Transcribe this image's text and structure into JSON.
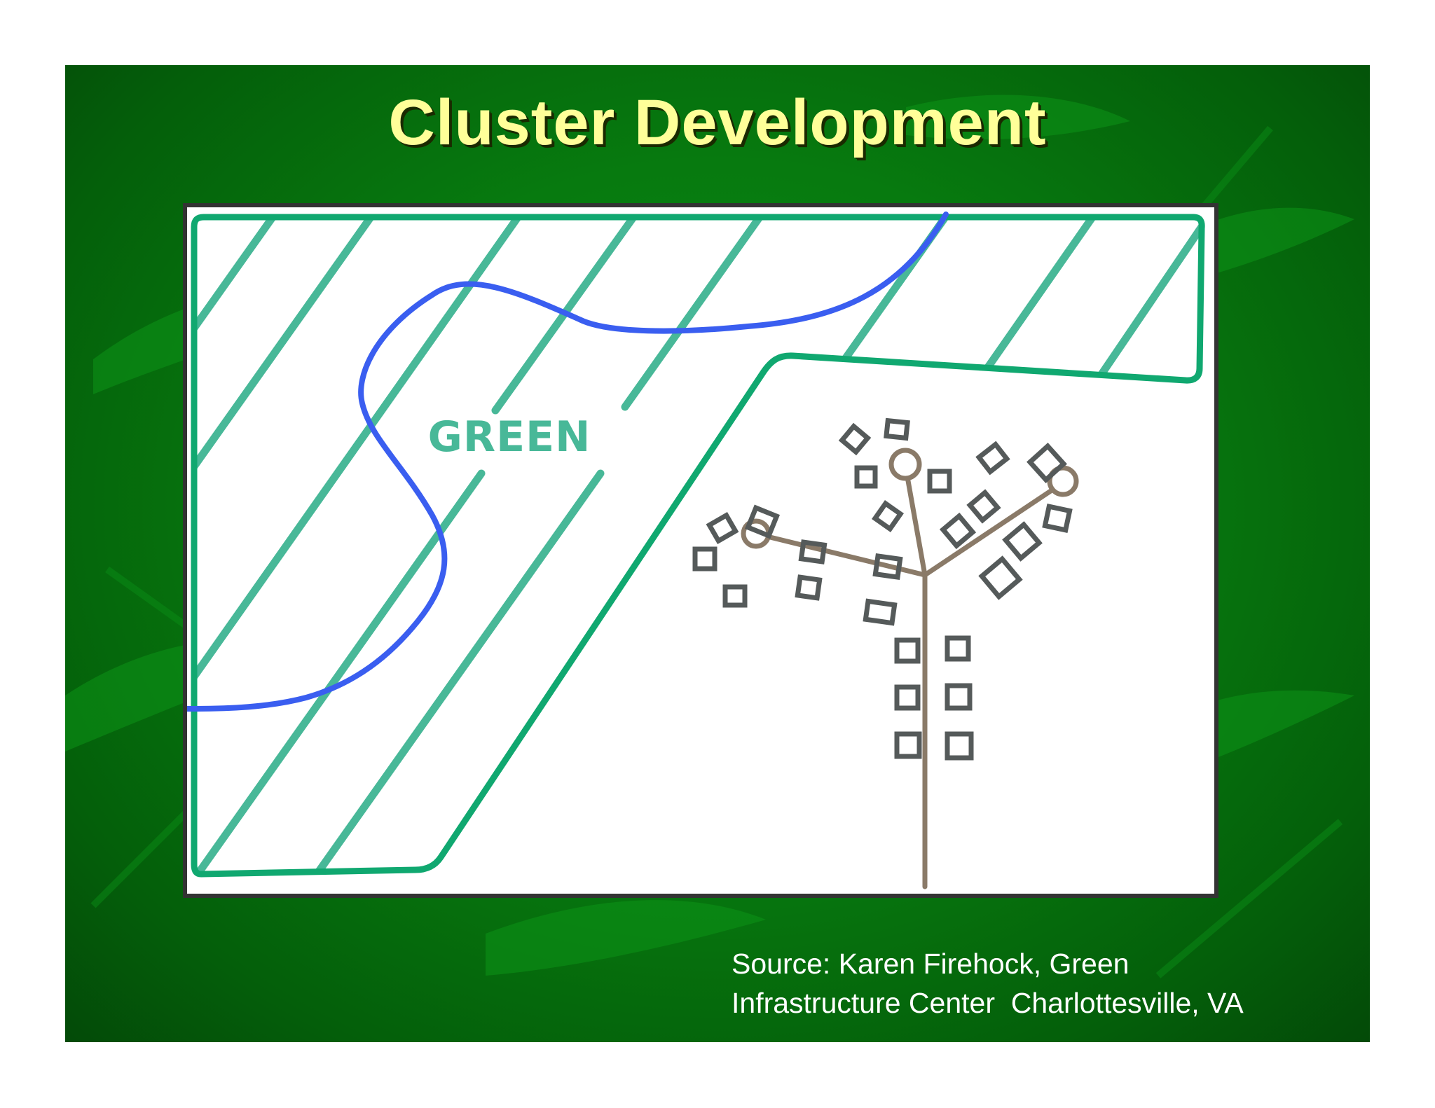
{
  "slide": {
    "title": "Cluster Development",
    "diagram": {
      "zone_label": "GREEN"
    },
    "source": {
      "line1": "Source: Karen Firehock, Green",
      "line2": "Infrastructure Center  Charlottesville, VA"
    }
  },
  "colors": {
    "background": "#077a0f",
    "title": "#ffff99",
    "green_zone": "#48b898",
    "parcel_outline": "#10a870",
    "stream": "#3a5ef0",
    "road": "#8a7a68",
    "house": "#555a5a"
  }
}
